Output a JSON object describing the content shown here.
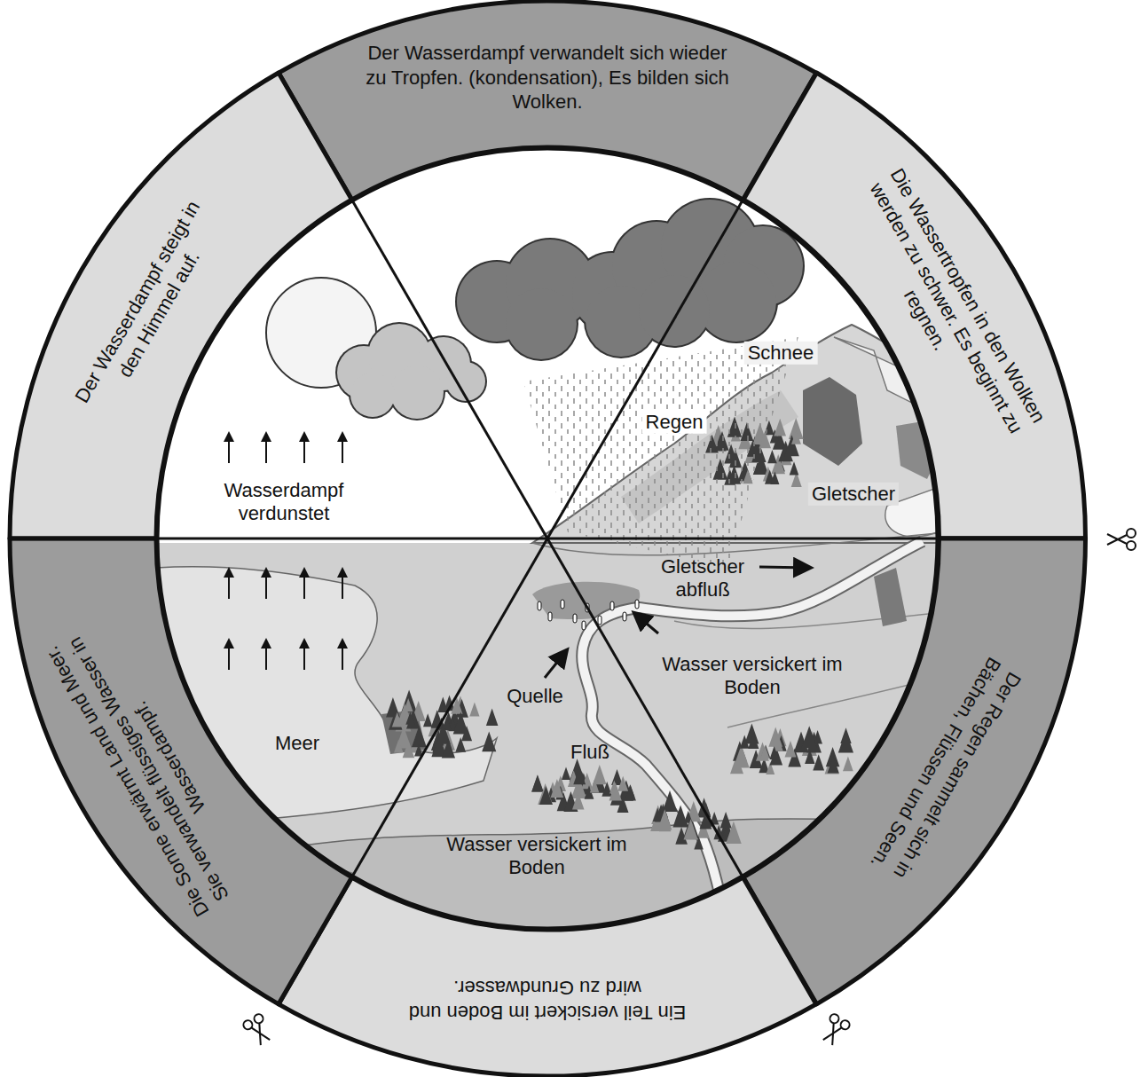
{
  "diagram": {
    "nodes": [
      {
        "text": [
          "Der Wasserdampf verwandelt sich wieder zu Tropfen. (kondensation), Es bilden sich Wolken."
        ]
      },
      {
        "text": [
          "Die Wassertropfen in den Wolken werden zu schwer. Es beginnt zu regnen."
        ]
      },
      {
        "text": [
          "Der Regen sammelt sich in Bächen, Flüssen und Seen."
        ]
      },
      {
        "text": [
          "Ein Teil versickert im Boden und wird zu Grundwasser."
        ]
      },
      {
        "text": [
          "Die Sonne erwärmt Land und Meer. Sie verwandelt flüssiges Wasser in Wasserdampf."
        ]
      },
      {
        "text": [
          "Der Wasserdampf steigt in den Himmel auf."
        ]
      }
    ],
    "labels": [
      "Wasserdampf verdunstet",
      "Schnee",
      "Regen",
      "Gletscher",
      "Gletscher abfluß",
      "Wasser versickert im Boden",
      "Quelle",
      "Meer",
      "Fluß",
      "Wasser versickert im Boden"
    ]
  }
}
